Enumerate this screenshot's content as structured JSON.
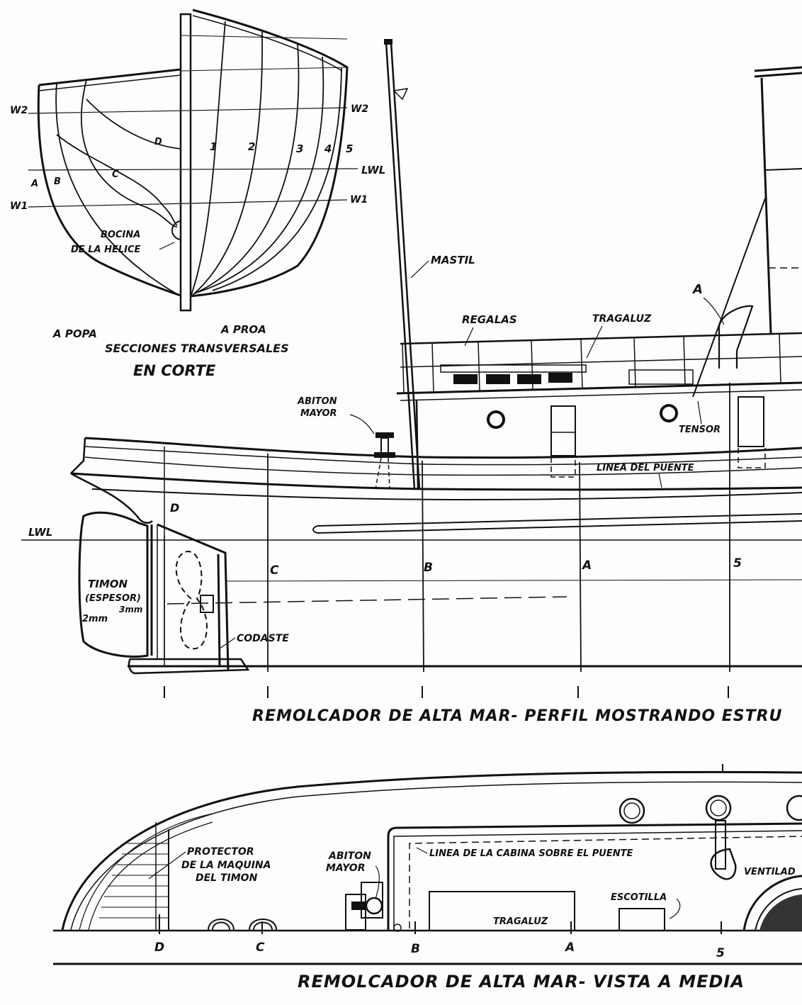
{
  "sections": {
    "w2_left": "W2",
    "w2_right": "W2",
    "w1_left": "W1",
    "w1_right": "W1",
    "lwl": "LWL",
    "stations_aft": [
      "A",
      "B",
      "C",
      "D"
    ],
    "stations_fwd": [
      "1",
      "2",
      "3",
      "4",
      "5"
    ],
    "bocina_1": "BOCINA",
    "bocina_2": "DE LA HELICE",
    "popa": "A POPA",
    "proa": "A PROA",
    "title": "SECCIONES TRANSVERSALES",
    "subtitle": "EN CORTE"
  },
  "profile": {
    "mastil": "MASTIL",
    "regalas": "REGALAS",
    "tragaluz": "TRAGALUZ",
    "callout_a": "A",
    "abiton_1": "ABITON",
    "abiton_2": "MAYOR",
    "tensor": "TENSOR",
    "linea_puente": "LINEA DEL PUENTE",
    "lwl": "LWL",
    "d": "D",
    "timon": "TIMON",
    "espesor": "(ESPESOR)",
    "mm3": "3mm",
    "mm2": "2mm",
    "codaste": "CODASTE",
    "stations": [
      "C",
      "B",
      "A",
      "5"
    ],
    "caption": "REMOLCADOR DE ALTA MAR- PERFIL MOSTRANDO ESTRU"
  },
  "plan": {
    "protector_1": "PROTECTOR",
    "protector_2": "DE LA MAQUINA",
    "protector_3": "DEL TIMON",
    "abiton_1": "ABITON",
    "abiton_2": "MAYOR",
    "linea_cabina": "LINEA DE LA CABINA SOBRE EL PUENTE",
    "escotilla": "ESCOTILLA",
    "tragaluz": "TRAGALUZ",
    "ventilad": "VENTILAD",
    "stations": [
      "D",
      "C",
      "B",
      "A",
      "5"
    ],
    "caption": "REMOLCADOR DE ALTA MAR- VISTA A MEDIA"
  }
}
